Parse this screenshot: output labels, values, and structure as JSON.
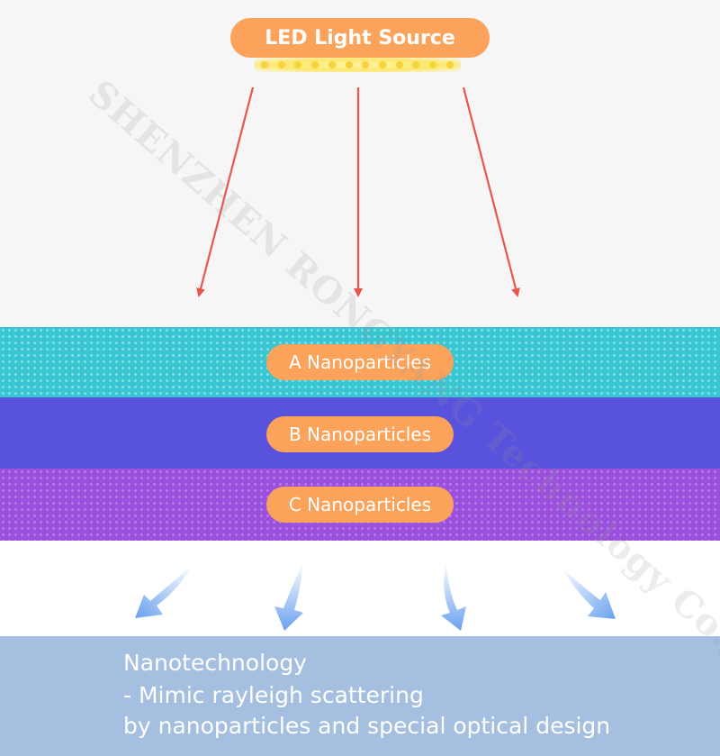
{
  "header": {
    "title": "LED Light Source"
  },
  "layers": [
    {
      "label": "A Nanoparticles",
      "color": "#37c6d2"
    },
    {
      "label": "B Nanoparticles",
      "color": "#5852dc"
    },
    {
      "label": "C Nanoparticles",
      "color": "#9a4fdd"
    }
  ],
  "footer": {
    "line1": "Nanotechnology",
    "line2": "- Mimic rayleigh scattering",
    "line3": "by nanoparticles and special optical design"
  },
  "watermark": "SHENZHEN RONGYANG Technology Co., Ltd",
  "colors": {
    "pill": "#fba35a",
    "ray_arrow": "#e9554b",
    "scatter_arrow": "#6aa0ef",
    "bottom_panel": "#a5bfe1"
  }
}
